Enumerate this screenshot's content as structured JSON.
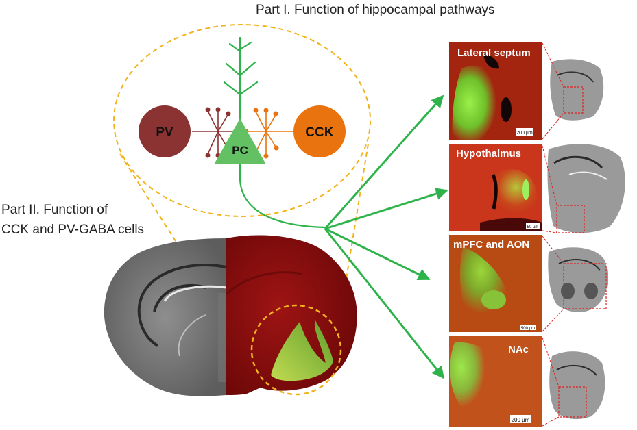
{
  "titles": {
    "part1": "Part I. Function of hippocampal pathways",
    "part2_line1": "Part II. Function of",
    "part2_line2": "CCK and PV-GABA cells"
  },
  "nodes": {
    "pv": "PV",
    "pc": "PC",
    "cck": "CCK"
  },
  "panels": [
    {
      "label": "Lateral septum",
      "scale": "200 µm"
    },
    {
      "label": "Hypothalmus",
      "scale": "50 µm"
    },
    {
      "label": "mPFC and AON",
      "scale": "500 µm"
    },
    {
      "label": "NAc",
      "scale": "200 µm"
    }
  ],
  "colors": {
    "pv": "#8b3232",
    "cck": "#e8730f",
    "pc": "#63c063",
    "projection_arrow": "#2db34a",
    "dashed_outline": "#f2b21b",
    "section_red": "#8a0f0f",
    "inset_box": "#e02020"
  }
}
